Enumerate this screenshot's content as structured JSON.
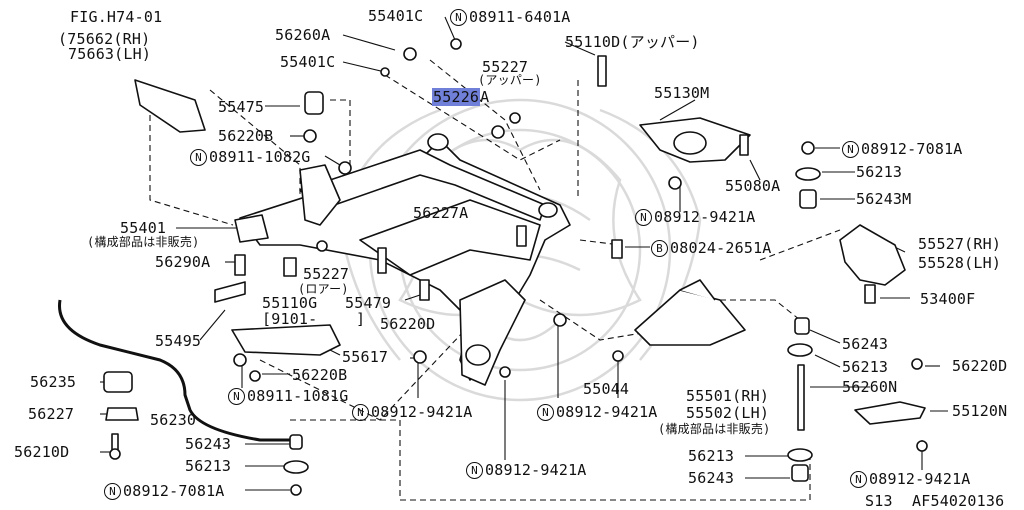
{
  "fig": {
    "ref": "FIG.H74-01",
    "ref_rh": "(75662(RH)",
    "ref_lh": "75663(LH)"
  },
  "labels": {
    "p55401C_top": "55401C",
    "n08911_6401A": "08911-6401A",
    "p56260A": "56260A",
    "p55401C_mid": "55401C",
    "p55110D": "55110D(アッパー)",
    "p55227_upper": "55227",
    "p55227_upper_sub": "(アッパー)",
    "p55226_hl": "55226",
    "p55226_suffix": "A",
    "p55130M": "55130M",
    "p55475": "55475",
    "p56220B_top": "56220B",
    "n08911_1082G": "08911-1082G",
    "n08912_7081A_right": "08912-7081A",
    "p56213_right": "56213",
    "p55080A": "55080A",
    "p56243M": "56243M",
    "p56227A": "56227A",
    "n08912_9421A_mid": "08912-9421A",
    "p55401": "55401",
    "p55401_note": "(構成部品は非販売)",
    "b08024_2651A": "08024-2651A",
    "p55527": "55527(RH)",
    "p55528": "55528(LH)",
    "p56290A": "56290A",
    "p55227_lower": "55227",
    "p55227_lower_sub": "(ロアー)",
    "p55110G": "55110G",
    "p55110G_sub": "[9101-",
    "p55110G_close": "]",
    "p55479": "55479",
    "p53400F": "53400F",
    "p56220D_center": "56220D",
    "p55495": "55495",
    "p56243_right": "56243",
    "p55617": "55617",
    "p56213_right2": "56213",
    "p56220D_right": "56220D",
    "p56235": "56235",
    "p56220B_bottom": "56220B",
    "p55044": "55044",
    "p55501": "55501(RH)",
    "p56260N": "56260N",
    "n08911_1081G": "08911-1081G",
    "p55502": "55502(LH)",
    "p55501_note": "(構成部品は非販売)",
    "p56227_left": "56227",
    "p56230": "56230",
    "n08912_9421A_a": "08912-9421A",
    "n08912_9421A_b": "08912-9421A",
    "p55120N": "55120N",
    "p56210D": "56210D",
    "p56243_left": "56243",
    "p56213_bottom": "56213",
    "p56213_left": "56213",
    "n08912_7081A_left": "08912-7081A",
    "n08912_9421A_c": "08912-9421A",
    "p56243_bottom": "56243",
    "n08912_9421A_right": "08912-9421A",
    "code_s13": "S13",
    "code_af": "AF54020136",
    "n_marker": "N",
    "b_marker": "B"
  }
}
